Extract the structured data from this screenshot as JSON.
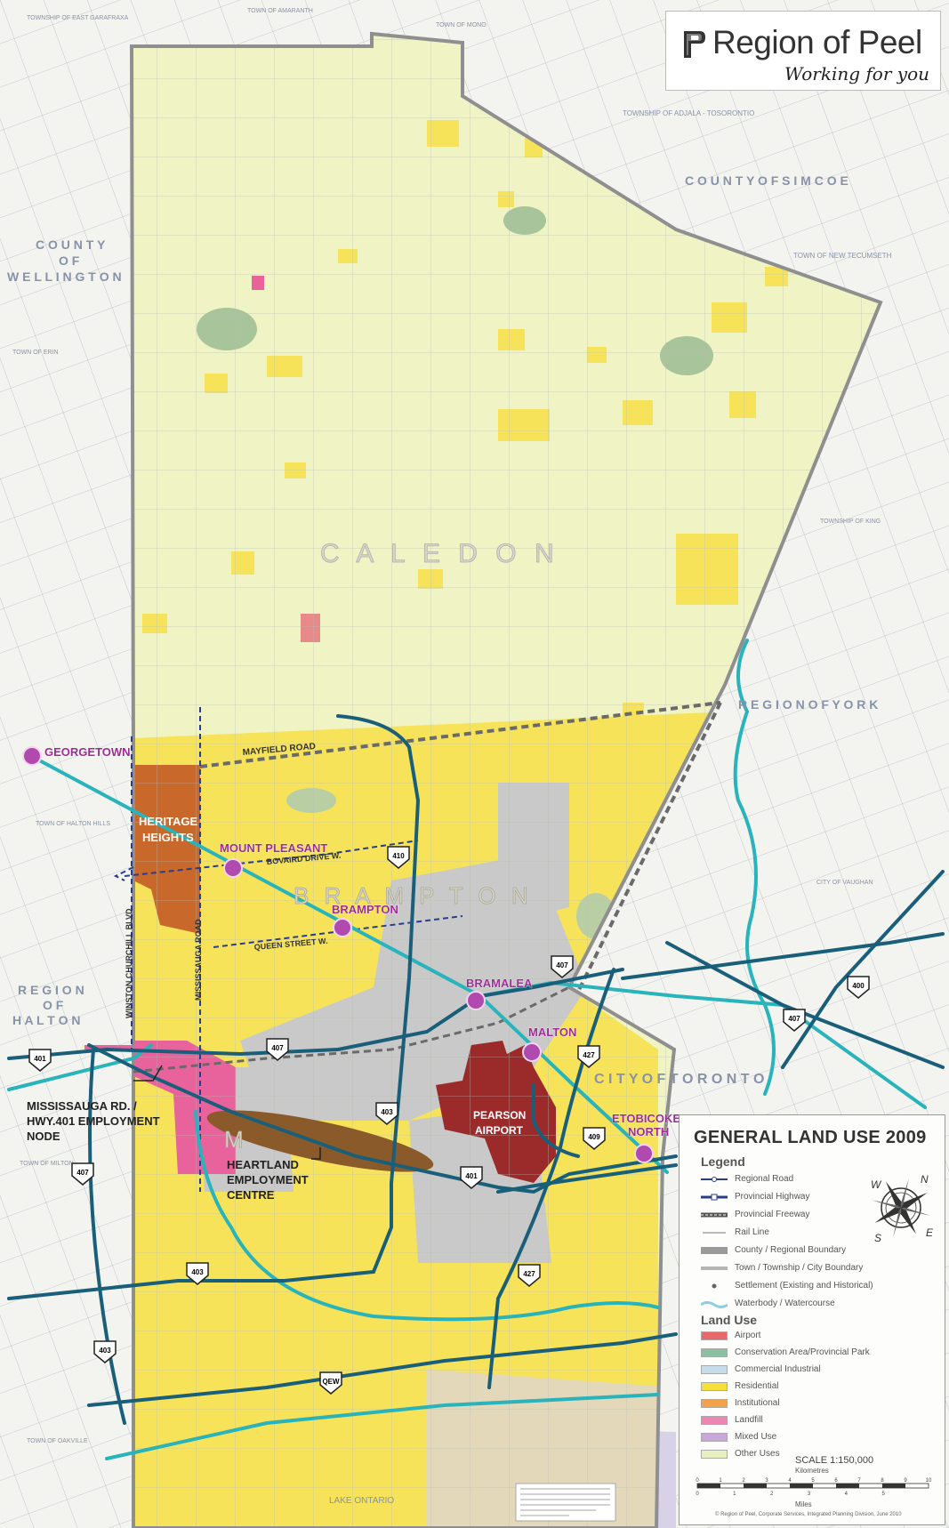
{
  "map": {
    "municipality_labels": {
      "caledon": "C A L E D O N",
      "brampton": "B R A M P T O N",
      "mississauga": "M"
    },
    "neighbour_labels": [
      {
        "id": "east-garafraxa",
        "text": "TOWNSHIP OF EAST GARAFRAXA"
      },
      {
        "id": "amaranth",
        "text": "TOWN OF AMARANTH"
      },
      {
        "id": "mono",
        "text": "TOWN OF MONO"
      },
      {
        "id": "adjala",
        "text": "TOWNSHIP OF ADJALA - TOSORONTIO"
      },
      {
        "id": "simcoe",
        "text": "C O U N T Y   O F   S I M C O E"
      },
      {
        "id": "new-tecumseth",
        "text": "TOWN OF NEW TECUMSETH"
      },
      {
        "id": "wellington-1",
        "text": "C O U N T Y"
      },
      {
        "id": "wellington-2",
        "text": "O F"
      },
      {
        "id": "wellington-3",
        "text": "W E L L I N G T O N"
      },
      {
        "id": "erin",
        "text": "TOWN OF ERIN"
      },
      {
        "id": "king",
        "text": "TOWNSHIP OF KING"
      },
      {
        "id": "york",
        "text": "R E G I O N   O F   Y O R K"
      },
      {
        "id": "vaughan",
        "text": "CITY OF VAUGHAN"
      },
      {
        "id": "halton-hills",
        "text": "TOWN OF HALTON HILLS"
      },
      {
        "id": "halton-1",
        "text": "R E G I O N"
      },
      {
        "id": "halton-2",
        "text": "O F"
      },
      {
        "id": "halton-3",
        "text": "H A L T O N"
      },
      {
        "id": "toronto",
        "text": "C I T Y   O F   T O R O N T O"
      },
      {
        "id": "milton",
        "text": "TOWN OF MILTON"
      },
      {
        "id": "oakville",
        "text": "TOWN OF OAKVILLE"
      },
      {
        "id": "lake",
        "text": "LAKE ONTARIO"
      }
    ],
    "road_labels": [
      {
        "id": "mayfield",
        "text": "MAYFIELD ROAD"
      },
      {
        "id": "bovaird",
        "text": "BOVAIRD DRIVE W."
      },
      {
        "id": "queen",
        "text": "QUEEN STREET W."
      },
      {
        "id": "winston",
        "text": "WINSTON CHURCHILL BLVD"
      },
      {
        "id": "mississauga-rd",
        "text": "MISSISSAUGA ROAD"
      }
    ],
    "place_labels": {
      "georgetown": "GEORGETOWN",
      "mount_pleasant": "MOUNT PLEASANT",
      "brampton": "BRAMPTON",
      "bramalea": "BRAMALEA",
      "malton": "MALTON",
      "etobicoke_north_1": "ETOBICOKE",
      "etobicoke_north_2": "NORTH"
    },
    "callouts": {
      "heritage_1": "HERITAGE",
      "heritage_2": "HEIGHTS",
      "mrd_1": "MISSISSAUGA RD. /",
      "mrd_2": "HWY.401 EMPLOYMENT",
      "mrd_3": "NODE",
      "heartland_1": "HEARTLAND",
      "heartland_2": "EMPLOYMENT",
      "heartland_3": "CENTRE",
      "pearson_1": "PEARSON",
      "pearson_2": "AIRPORT"
    },
    "shields": [
      {
        "id": "410",
        "text": "410"
      },
      {
        "id": "407a",
        "text": "407"
      },
      {
        "id": "407b",
        "text": "407"
      },
      {
        "id": "407c",
        "text": "407"
      },
      {
        "id": "407d",
        "text": "407"
      },
      {
        "id": "400",
        "text": "400"
      },
      {
        "id": "427a",
        "text": "427"
      },
      {
        "id": "427b",
        "text": "427"
      },
      {
        "id": "401a",
        "text": "401"
      },
      {
        "id": "401b",
        "text": "401"
      },
      {
        "id": "403a",
        "text": "403"
      },
      {
        "id": "403b",
        "text": "403"
      },
      {
        "id": "403c",
        "text": "403"
      },
      {
        "id": "409",
        "text": "409"
      },
      {
        "id": "qew",
        "text": "QEW"
      }
    ],
    "colors": {
      "residential": "#f6e35a",
      "rural": "#f0f3c4",
      "commercial_industrial": "#c9c9c9",
      "airport": "#9b2b2b",
      "heritage": "#c8682a",
      "employment_node": "#e8629c",
      "heartland": "#8a5a2a",
      "conservation": "#a8c49a",
      "freeway": "#1a5f7a",
      "rail": "#29b3bb",
      "settlement": "#b04aae",
      "boundary": "#8f8f8f"
    }
  },
  "logo": {
    "name": "Region of Peel",
    "tagline": "Working for you"
  },
  "legend": {
    "title": "GENERAL LAND USE 2009",
    "heading": "Legend",
    "items": [
      {
        "label": "Regional Road"
      },
      {
        "label": "Provincial Highway"
      },
      {
        "label": "Provincial Freeway"
      },
      {
        "label": "Rail Line"
      },
      {
        "label": "County / Regional Boundary"
      },
      {
        "label": "Town / Township / City Boundary"
      },
      {
        "label": "Settlement (Existing and Historical)"
      },
      {
        "label": "Waterbody / Watercourse"
      }
    ],
    "land_use_heading": "Land Use",
    "land_use": [
      {
        "label": "Airport",
        "color": "#e66a6a"
      },
      {
        "label": "Conservation Area/Provincial Park",
        "color": "#8cc0a0"
      },
      {
        "label": "Commercial Industrial",
        "color": "#c7dcea"
      },
      {
        "label": "Residential",
        "color": "#f7df3a"
      },
      {
        "label": "Institutional",
        "color": "#f2a24a"
      },
      {
        "label": "Landfill",
        "color": "#ee86b4"
      },
      {
        "label": "Mixed Use",
        "color": "#c7a8d8"
      },
      {
        "label": "Other Uses",
        "color": "#e8f0c0"
      }
    ],
    "compass": {
      "w": "W",
      "n": "N",
      "s": "S",
      "e": "E"
    },
    "scale": "SCALE 1:150,000",
    "km_label": "Kilometres",
    "mi_label": "Miles",
    "km_ticks": [
      "0",
      "1",
      "2",
      "3",
      "4",
      "5",
      "6",
      "7",
      "8",
      "9",
      "10"
    ],
    "mi_ticks": [
      "0",
      "1",
      "2",
      "3",
      "4",
      "5"
    ],
    "credit": "© Region of Peel, Corporate Services, Integrated Planning Division, June 2010"
  }
}
